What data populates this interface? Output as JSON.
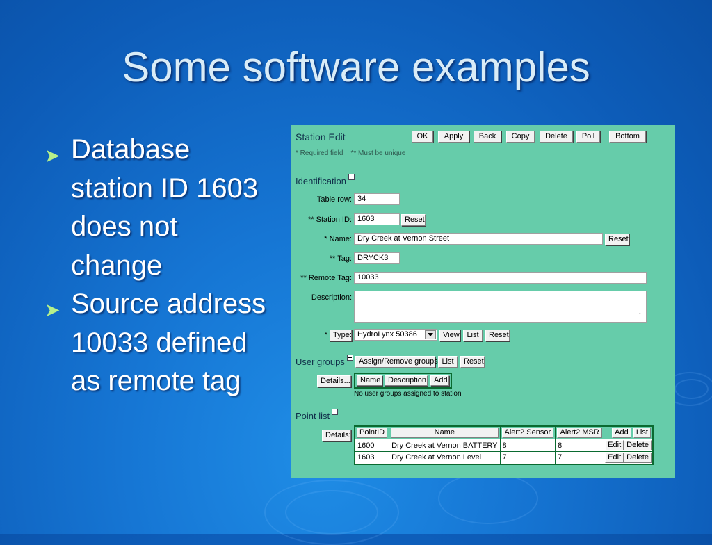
{
  "slide": {
    "title": "Some software examples",
    "bullets": [
      "Database station ID 1603 does not change",
      "Source address 10033 defined as remote tag"
    ]
  },
  "app": {
    "title": "Station Edit",
    "toolbar": [
      "OK",
      "Apply",
      "Back",
      "Copy",
      "Delete",
      "Poll",
      "Bottom"
    ],
    "hint": "* Required field    ** Must be unique",
    "identification": {
      "section_label": "Identification",
      "table_row_label": "Table row:",
      "table_row_value": "34",
      "station_id_label": "** Station ID:",
      "station_id_value": "1603",
      "name_label": "* Name:",
      "name_value": "Dry Creek at Vernon Street",
      "tag_label": "** Tag:",
      "tag_value": "DRYCK3",
      "remote_tag_label": "** Remote Tag:",
      "remote_tag_value": "10033",
      "description_label": "Description:",
      "description_value": "",
      "type_prefix": "*",
      "type_button": "Type:",
      "type_value": "HydroLynx 50386",
      "view_button": "View",
      "list_button": "List",
      "reset_button": "Reset"
    },
    "user_groups": {
      "section_label": "User groups",
      "assign_button": "Assign/Remove groups",
      "list_button": "List",
      "reset_button": "Reset",
      "details_button": "Details...",
      "columns": [
        "Name",
        "Description"
      ],
      "add_button": "Add",
      "empty_message": "No user groups assigned to station"
    },
    "point_list": {
      "section_label": "Point list",
      "details_button": "Details:",
      "columns": [
        "PointID",
        "Name",
        "Alert2 Sensor",
        "Alert2 MSR"
      ],
      "add_button": "Add",
      "list_button": "List",
      "edit_button": "Edit",
      "delete_button": "Delete",
      "rows": [
        {
          "point_id": "1600",
          "name": "Dry Creek at Vernon BATTERY",
          "sensor": "8",
          "msr": "8"
        },
        {
          "point_id": "1603",
          "name": "Dry Creek at Vernon Level",
          "sensor": "7",
          "msr": "7"
        }
      ]
    }
  },
  "colors": {
    "panel_bg": "#66ccaa",
    "slide_bg": "#1676d4",
    "bullet_arrow": "#b6f08a",
    "table_border": "#0a6a30"
  }
}
